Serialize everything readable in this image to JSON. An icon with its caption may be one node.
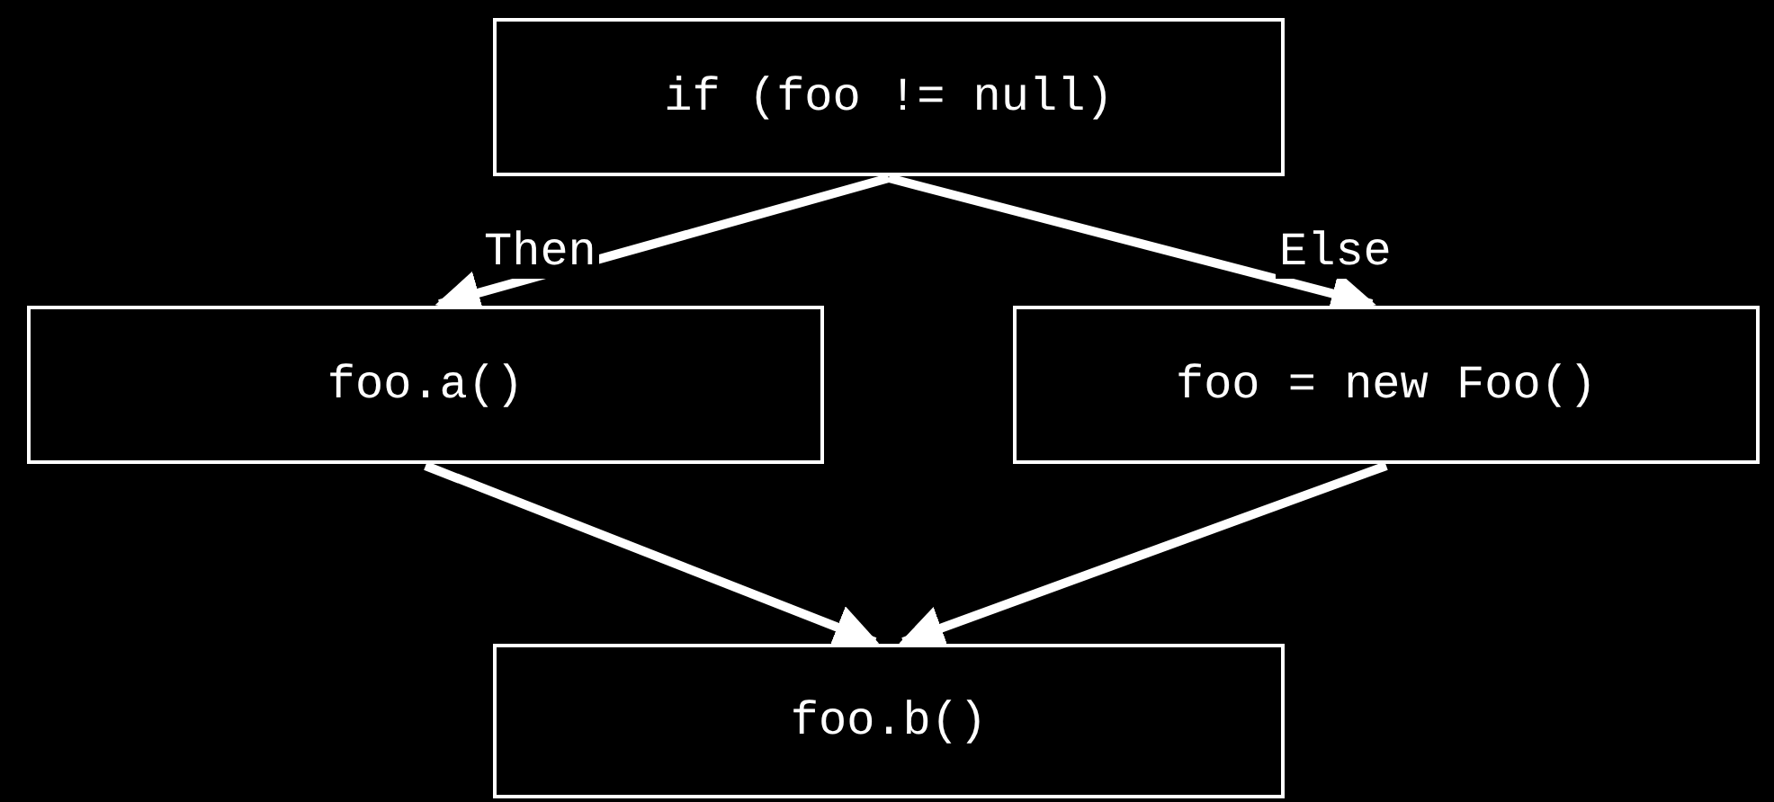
{
  "diagram": {
    "nodes": [
      {
        "text": [
          "if (foo != null)"
        ]
      },
      {
        "text": [
          "foo.a()"
        ]
      },
      {
        "text": [
          "foo = new Foo()"
        ]
      },
      {
        "text": [
          "foo.b()"
        ]
      }
    ],
    "edges": [
      {
        "from": 0,
        "to": 1,
        "arrow": "to",
        "label": "Then"
      },
      {
        "from": 0,
        "to": 2,
        "arrow": "to",
        "label": "Else"
      },
      {
        "from": 1,
        "to": 3,
        "arrow": "to"
      },
      {
        "from": 2,
        "to": 3,
        "arrow": "to"
      }
    ]
  }
}
